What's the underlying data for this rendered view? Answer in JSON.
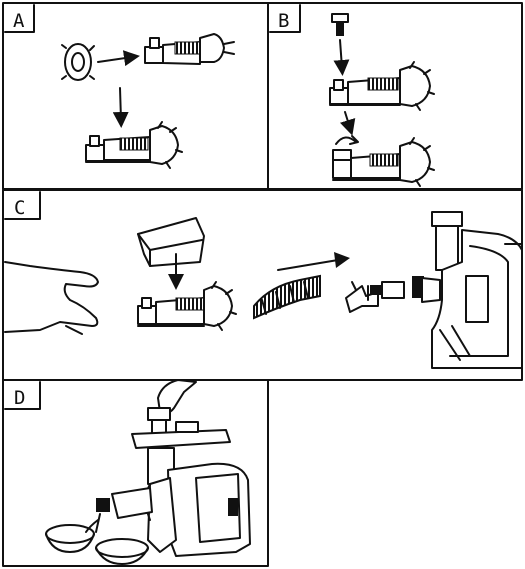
{
  "panels": [
    {
      "id": "A",
      "label": "A"
    },
    {
      "id": "B",
      "label": "B"
    },
    {
      "id": "C",
      "label": "C"
    },
    {
      "id": "D",
      "label": "D"
    }
  ],
  "colors": {
    "ink": "#111111",
    "paper": "#ffffff"
  }
}
